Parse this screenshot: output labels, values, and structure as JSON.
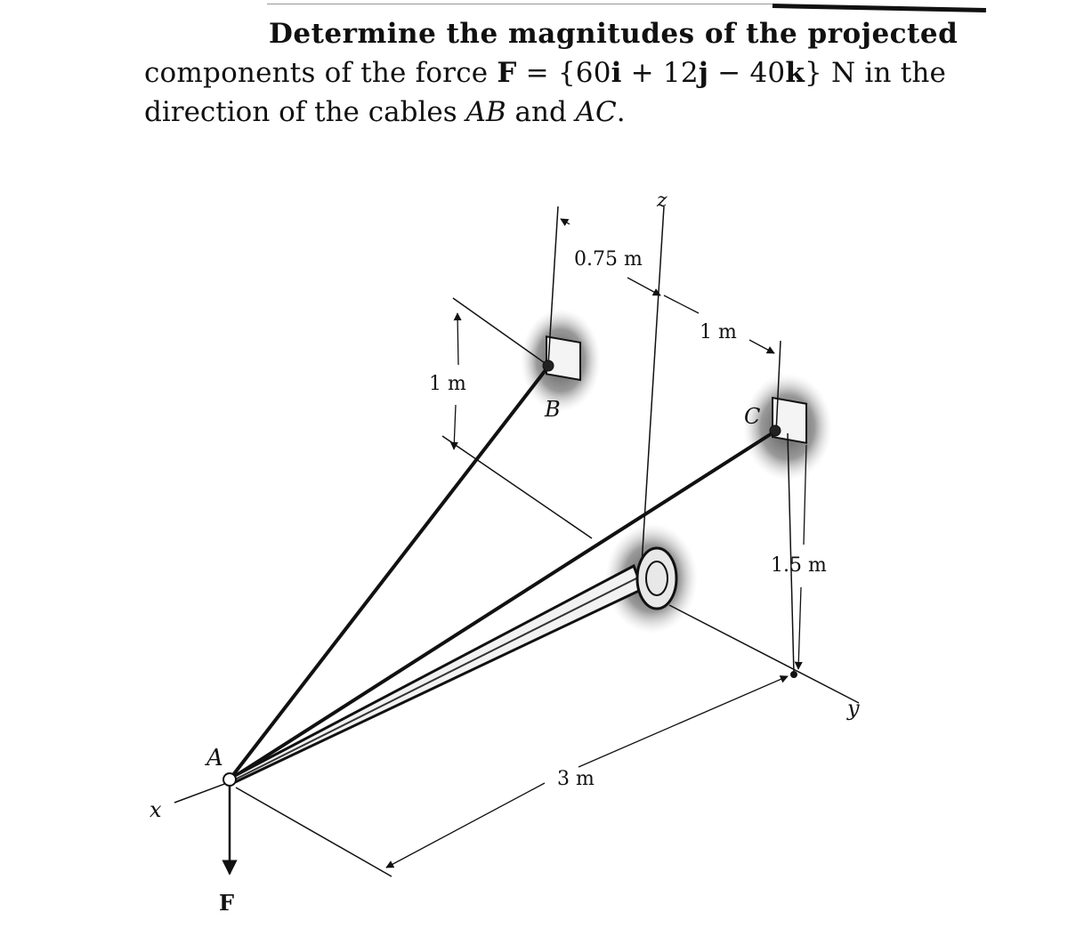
{
  "problem": {
    "line1": "Determine the magnitudes of the projected",
    "line2_a": "components of the force ",
    "line2_F": "F",
    "line2_b": " = {60",
    "line2_i": "i",
    "line2_c": " + 12",
    "line2_j": "j",
    "line2_d": " − 40",
    "line2_k": "k",
    "line2_e": "} N in the",
    "line3_a": "direction of the cables ",
    "line3_AB": "AB",
    "line3_b": " and ",
    "line3_AC": "AC",
    "line3_c": "."
  },
  "figure": {
    "point_A": "A",
    "point_B": "B",
    "point_C": "C",
    "force_label": "F",
    "axis_x": "x",
    "axis_y": "y",
    "axis_z": "z",
    "dim_075": "0.75 m",
    "dim_1m_top": "1 m",
    "dim_1m_left": "1 m",
    "dim_15": "1.5 m",
    "dim_3": "3 m"
  }
}
